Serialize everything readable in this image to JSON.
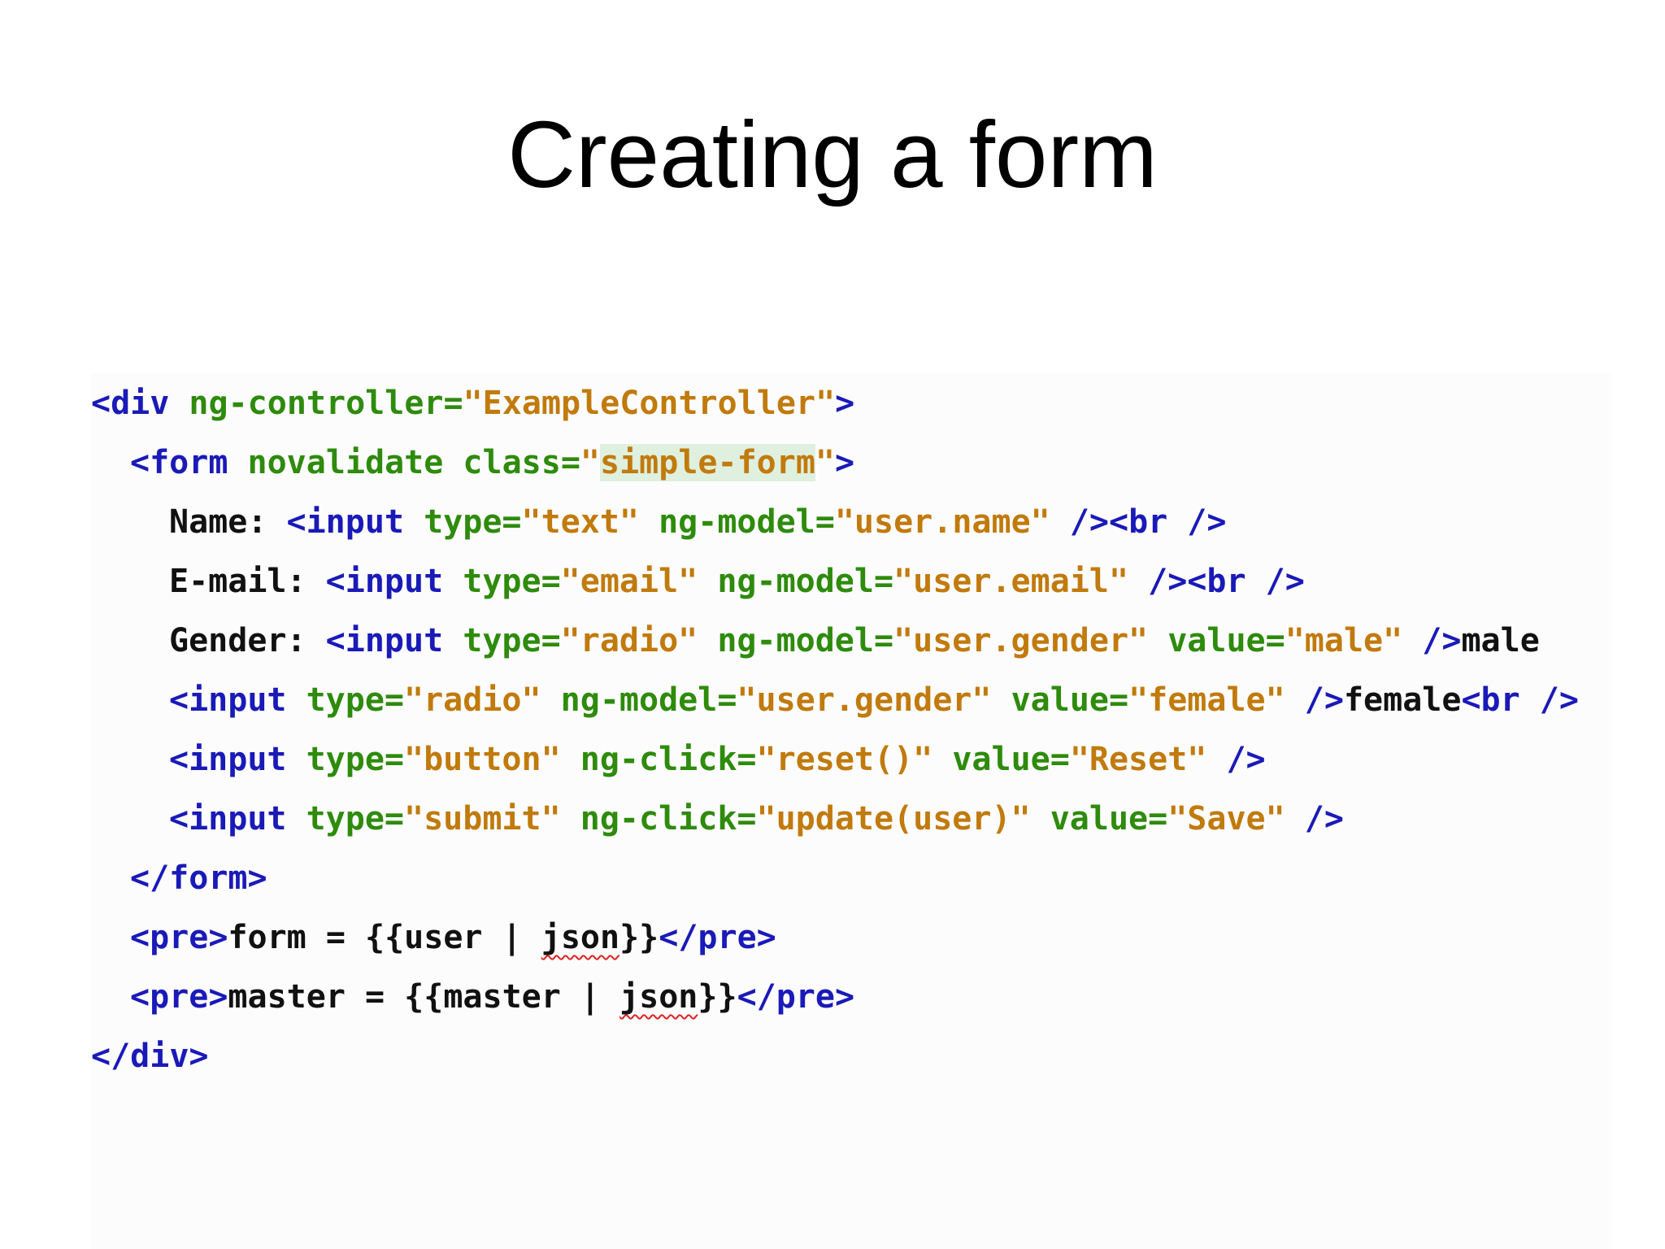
{
  "title": "Creating a form",
  "code": {
    "line1": {
      "open": "<div",
      "attr": " ng-controller=",
      "q1": "\"",
      "val": "ExampleController",
      "q2": "\"",
      "close": ">"
    },
    "line2": {
      "open": "<form",
      "attr": " novalidate class=",
      "q1": "\"",
      "val": "simple-form",
      "q2": "\"",
      "close": ">"
    },
    "line3": {
      "label": "Name: ",
      "open": "<input",
      "a1": " type=",
      "v1": "\"text\"",
      "a2": " ng-model=",
      "v2": "\"user.name\"",
      "close": " /><br />"
    },
    "line4": {
      "label": "E-mail: ",
      "open": "<input",
      "a1": " type=",
      "v1": "\"email\"",
      "a2": " ng-model=",
      "v2": "\"user.email\"",
      "close": " /><br />"
    },
    "line5": {
      "label": "Gender: ",
      "open": "<input",
      "a1": " type=",
      "v1": "\"radio\"",
      "a2": " ng-model=",
      "v2": "\"user.gender\"",
      "a3": " value=",
      "v3": "\"male\"",
      "close": " />",
      "tail": "male"
    },
    "line6": {
      "open": "<input",
      "a1": " type=",
      "v1": "\"radio\"",
      "a2": " ng-model=",
      "v2": "\"user.gender\"",
      "a3": " value=",
      "v3": "\"female\"",
      "close": " />",
      "tail": "female",
      "br": "<br />"
    },
    "line7": {
      "open": "<input",
      "a1": " type=",
      "v1": "\"button\"",
      "a2": " ng-click=",
      "v2": "\"reset()\"",
      "a3": " value=",
      "v3": "\"Reset\"",
      "close": " />"
    },
    "line8": {
      "open": "<input",
      "a1": " type=",
      "v1": "\"submit\"",
      "a2": " ng-click=",
      "v2": "\"update(user)\"",
      "a3": " value=",
      "v3": "\"Save\"",
      "close": " />"
    },
    "line9": {
      "close": "</form>"
    },
    "line10": {
      "open": "<pre>",
      "text1": "form = {{user | ",
      "json": "json",
      "text2": "}}",
      "close": "</pre>"
    },
    "line11": {
      "open": "<pre>",
      "text1": "master = {{master | ",
      "json": "json",
      "text2": "}}",
      "close": "</pre>"
    },
    "line12": {
      "close": "</div>"
    }
  },
  "colors": {
    "tag": "#1a1ab8",
    "attribute": "#2e8b0c",
    "value": "#c17a0c",
    "text": "#111111",
    "highlight": "#dff0df"
  }
}
